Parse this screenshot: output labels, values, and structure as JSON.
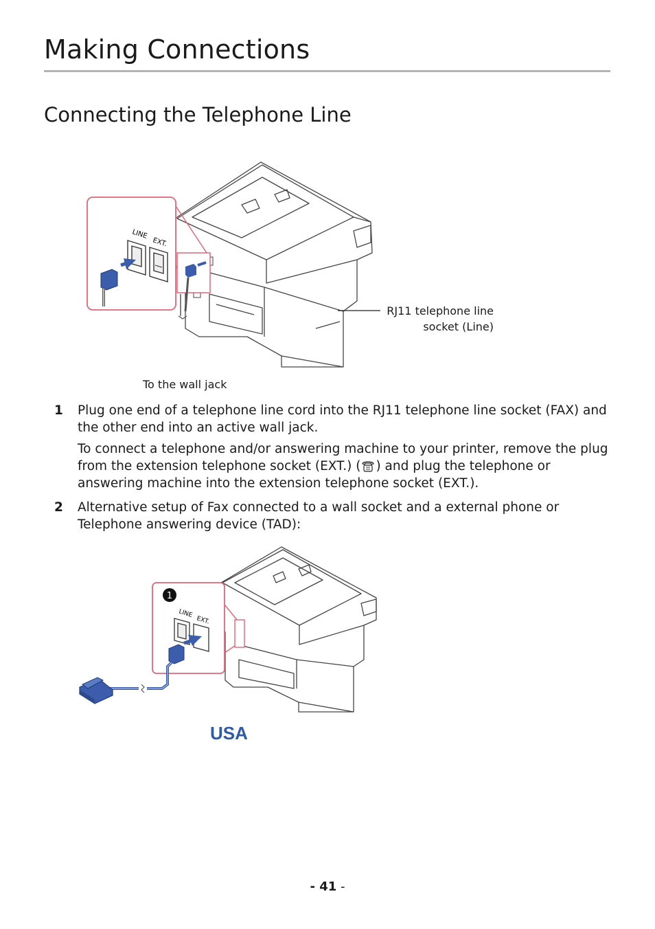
{
  "header": {
    "chapter_title": "Making Connections",
    "section_title": "Connecting the Telephone Line"
  },
  "figure1": {
    "port_labels": [
      "LINE",
      "EXT."
    ],
    "callout": "RJ11 telephone line socket (Line)",
    "caption_wall": "To the wall jack"
  },
  "steps": [
    {
      "number": "1",
      "text": "Plug one end of a telephone line cord into the RJ11 telephone line socket (FAX) and the other end into an active wall jack.",
      "note_before": "To connect a telephone and/or answering machine to your printer, remove the plug from the extension telephone socket (EXT.) (",
      "note_icon": "telephone-icon",
      "note_after": ") and plug the telephone or answering machine into the extension telephone socket (EXT.)."
    },
    {
      "number": "2",
      "text": "Alternative setup of Fax connected to a wall socket and a external phone or Telephone answering device (TAD):"
    }
  ],
  "figure2": {
    "marker": "1",
    "port_labels": [
      "LINE",
      "EXT."
    ],
    "region_label": "USA"
  },
  "footer": {
    "page_prefix": "- ",
    "page_number": "41",
    "page_suffix": " -"
  },
  "colors": {
    "accent_red": "#e0667a",
    "plug_blue": "#3b5dab",
    "rule_gray": "#b3b3b3"
  }
}
